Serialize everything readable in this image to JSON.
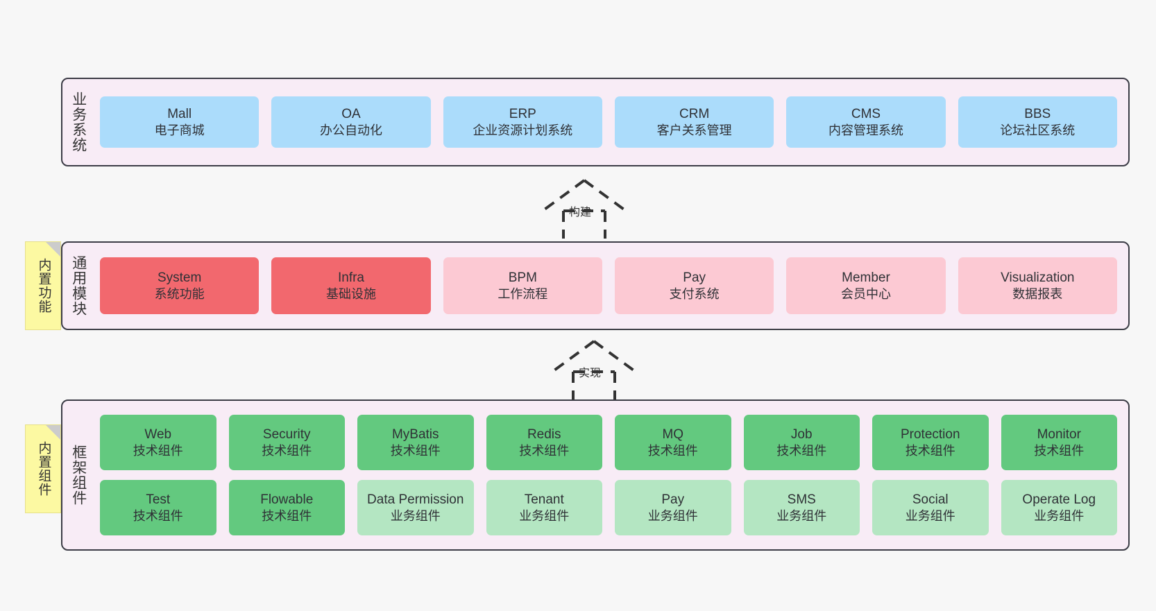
{
  "layers": [
    {
      "id": "business",
      "title": "业务系统",
      "rows": [
        {
          "cards": [
            {
              "name": "Mall",
              "desc": "电子商城",
              "style": "c-blue"
            },
            {
              "name": "OA",
              "desc": "办公自动化",
              "style": "c-blue"
            },
            {
              "name": "ERP",
              "desc": "企业资源计划系统",
              "style": "c-blue"
            },
            {
              "name": "CRM",
              "desc": "客户关系管理",
              "style": "c-blue"
            },
            {
              "name": "CMS",
              "desc": "内容管理系统",
              "style": "c-blue"
            },
            {
              "name": "BBS",
              "desc": "论坛社区系统",
              "style": "c-blue"
            }
          ]
        }
      ]
    },
    {
      "id": "modules",
      "title": "通用模块",
      "rows": [
        {
          "cards": [
            {
              "name": "System",
              "desc": "系统功能",
              "style": "c-red"
            },
            {
              "name": "Infra",
              "desc": "基础设施",
              "style": "c-red"
            },
            {
              "name": "BPM",
              "desc": "工作流程",
              "style": "c-pink"
            },
            {
              "name": "Pay",
              "desc": "支付系统",
              "style": "c-pink"
            },
            {
              "name": "Member",
              "desc": "会员中心",
              "style": "c-pink"
            },
            {
              "name": "Visualization",
              "desc": "数据报表",
              "style": "c-pink"
            }
          ]
        }
      ]
    },
    {
      "id": "framework",
      "title": "框架组件",
      "rows": [
        {
          "cards": [
            {
              "name": "Web",
              "desc": "技术组件",
              "style": "c-green"
            },
            {
              "name": "Security",
              "desc": "技术组件",
              "style": "c-green"
            },
            {
              "name": "MyBatis",
              "desc": "技术组件",
              "style": "c-green"
            },
            {
              "name": "Redis",
              "desc": "技术组件",
              "style": "c-green"
            },
            {
              "name": "MQ",
              "desc": "技术组件",
              "style": "c-green"
            },
            {
              "name": "Job",
              "desc": "技术组件",
              "style": "c-green"
            },
            {
              "name": "Protection",
              "desc": "技术组件",
              "style": "c-green"
            },
            {
              "name": "Monitor",
              "desc": "技术组件",
              "style": "c-green"
            }
          ]
        },
        {
          "cards": [
            {
              "name": "Test",
              "desc": "技术组件",
              "style": "c-green"
            },
            {
              "name": "Flowable",
              "desc": "技术组件",
              "style": "c-green"
            },
            {
              "name": "Data Permission",
              "desc": "业务组件",
              "style": "c-mint"
            },
            {
              "name": "Tenant",
              "desc": "业务组件",
              "style": "c-mint"
            },
            {
              "name": "Pay",
              "desc": "业务组件",
              "style": "c-mint"
            },
            {
              "name": "SMS",
              "desc": "业务组件",
              "style": "c-mint"
            },
            {
              "name": "Social",
              "desc": "业务组件",
              "style": "c-mint"
            },
            {
              "name": "Operate Log",
              "desc": "业务组件",
              "style": "c-mint"
            }
          ]
        }
      ]
    }
  ],
  "notes": [
    {
      "id": "builtin-func",
      "label": "内置功能"
    },
    {
      "id": "builtin-comp",
      "label": "内置组件"
    }
  ],
  "arrows": [
    {
      "id": "build",
      "label": "构建"
    },
    {
      "id": "impl",
      "label": "实现"
    }
  ],
  "colors": {
    "background": "#f7f7f7",
    "panel": "#f8ecf6",
    "panel_border": "#3c3c46",
    "business_card": "#abdcfb",
    "module_core": "#f2686e",
    "module_optional": "#fcc9d3",
    "framework_tech": "#63c97f",
    "framework_business": "#b4e6c2",
    "note": "#fcf9a2",
    "note_fold": "#cccccc",
    "arrow": "#333333"
  }
}
